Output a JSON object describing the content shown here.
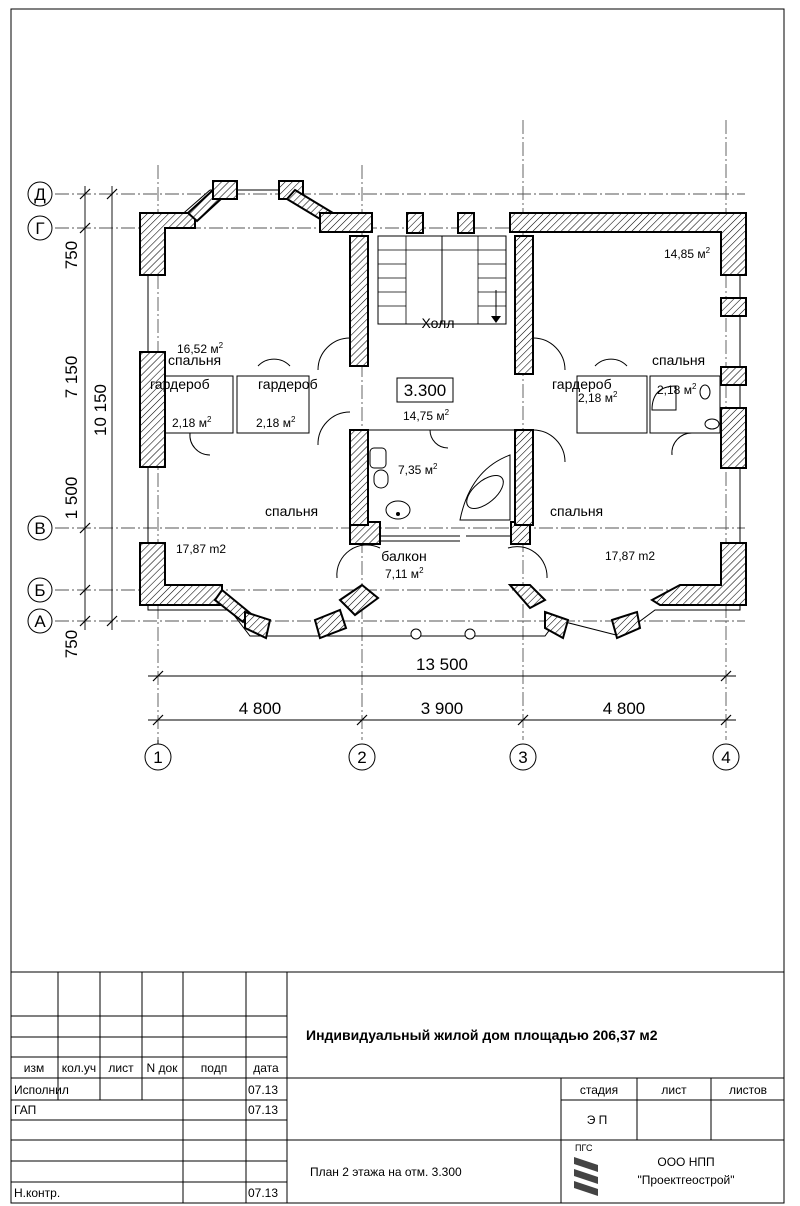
{
  "axes": {
    "rows": [
      "Д",
      "Г",
      "В",
      "Б",
      "А"
    ],
    "cols": [
      "1",
      "2",
      "3",
      "4"
    ]
  },
  "dimensions": {
    "left": [
      "750",
      "7 150",
      "1 500",
      "750"
    ],
    "total_height": "10 150",
    "total_width": "13 500",
    "spans": [
      "4 800",
      "3 900",
      "4 800"
    ]
  },
  "rooms": {
    "hall": "Холл",
    "hall_area": "14,75 м",
    "level": "3.300",
    "top_right_area": "14,85 м",
    "bed_left_top_area": "16,52 м",
    "bed_left_top": "спальня",
    "closet_left_1": "гардероб",
    "closet_left_1_area": "2,18 м",
    "closet_left_2": "гардероб",
    "closet_left_2_area": "2,18 м",
    "bed_right_top": "спальня",
    "closet_right": "гардероб",
    "closet_right_area": "2,18 м",
    "wc_right_area": "2,18 м",
    "bath_area": "7,35 м",
    "bed_left_bottom": "спальня",
    "bed_left_bottom_area": "17,87 m2",
    "bed_right_bottom": "спальня",
    "bed_right_bottom_area": "17,87 m2",
    "balcony": "балкон",
    "balcony_area": "7,11 м",
    "sq": "2"
  },
  "stamp": {
    "headers": [
      "изм",
      "кол.уч",
      "лист",
      "N док",
      "подп",
      "дата"
    ],
    "signers": [
      {
        "role": "Исполнил",
        "date": "07.13"
      },
      {
        "role": "ГАП",
        "date": "07.13"
      },
      {
        "role": "Н.контр.",
        "date": "07.13"
      }
    ],
    "title": "Индивидуальный жилой  дом площадью  206,37 м2",
    "stage_header": "стадия",
    "sheet_header": "лист",
    "sheets_header": "листов",
    "stage_value": "Э П",
    "sheet_title": "План  2  этажа  на  отм.  3.300",
    "company_logo": "ПГС",
    "company_line1": "ООО  НПП",
    "company_line2": "\"Проектгеострой\""
  }
}
